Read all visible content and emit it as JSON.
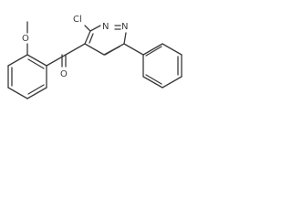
{
  "molecule": {
    "atom_labels": {
      "cl": "Cl",
      "n1": "N",
      "n2": "N",
      "o_carbonyl": "O",
      "o_methoxy": "O"
    },
    "colors": {
      "line": "#3a3a3a",
      "background": "#ffffff"
    }
  }
}
